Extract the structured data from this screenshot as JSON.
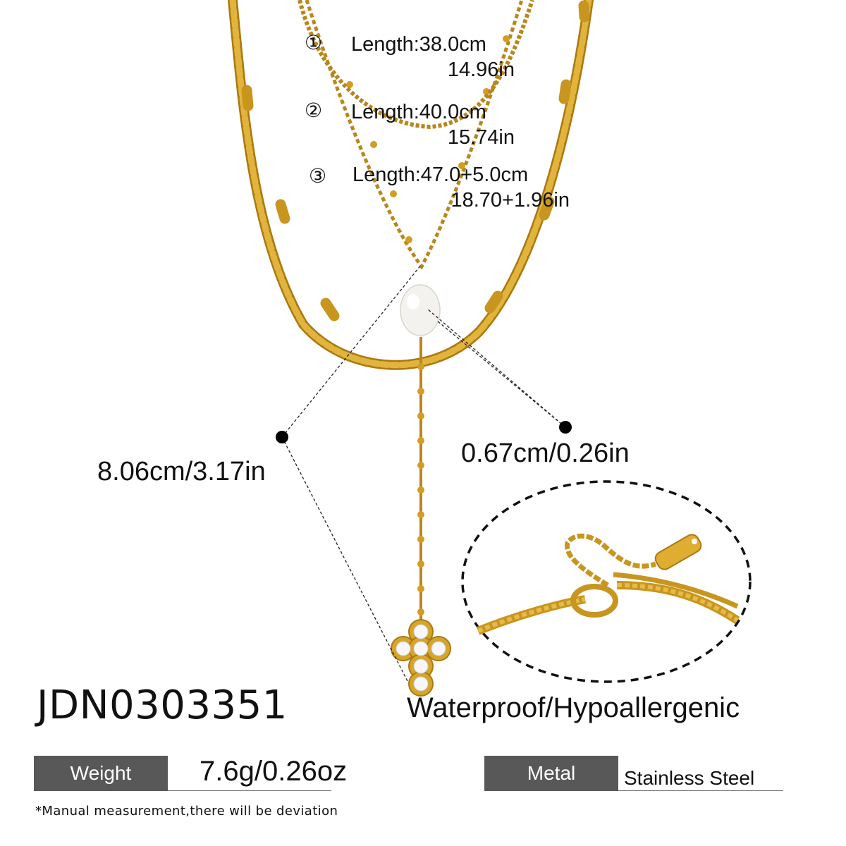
{
  "lengths": [
    {
      "num": "①",
      "cm": "Length:38.0cm",
      "inch": "14.96in"
    },
    {
      "num": "②",
      "cm": "Length:40.0cm",
      "inch": "15.74in"
    },
    {
      "num": "③",
      "cm": "Length:47.0+5.0cm",
      "inch": "18.70+1.96in"
    }
  ],
  "measurements": {
    "drop_length": "8.06cm/3.17in",
    "pearl_size": "0.67cm/0.26in"
  },
  "product": {
    "sku": "JDN0303351",
    "features": "Waterproof/Hypoallergenic"
  },
  "specs": {
    "weight_label": "Weight",
    "weight_value": "7.6g/0.26oz",
    "metal_label": "Metal",
    "metal_value": "Stainless Steel"
  },
  "disclaimer": "*Manual measurement,there will be deviation",
  "colors": {
    "gold": "#d9a72e",
    "gold_dark": "#a97a12",
    "label_box": "#585858"
  }
}
